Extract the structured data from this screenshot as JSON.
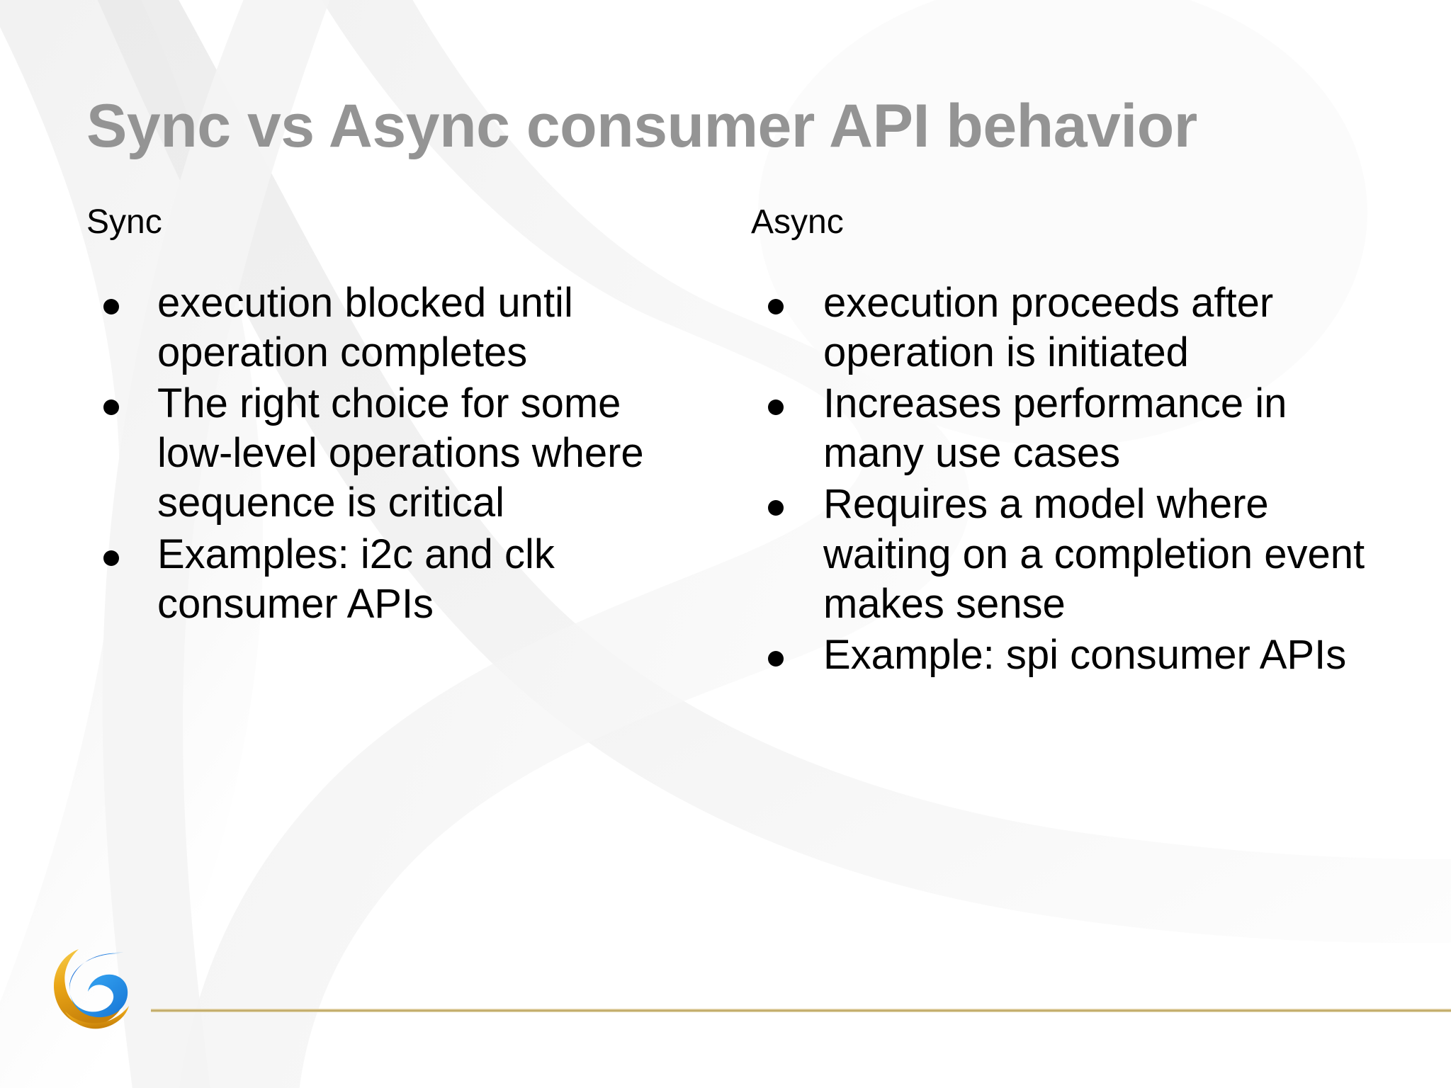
{
  "slide": {
    "title": "Sync vs Async consumer API behavior",
    "background_color": "#ffffff",
    "title_color": "#949494",
    "body_color": "#000000",
    "rule_color": "#c9b273"
  },
  "columns": [
    {
      "heading": "Sync",
      "bullets": [
        "execution blocked until operation completes",
        "The right choice for some low-level operations where sequence is critical",
        "Examples: i2c and clk consumer APIs"
      ]
    },
    {
      "heading": "Async",
      "bullets": [
        "execution proceeds after operation is initiated",
        "Increases performance in many use cases",
        "Requires a model where waiting on a completion event makes sense",
        "Example: spi consumer APIs"
      ]
    }
  ],
  "footer": {
    "logo_name": "collabora-swirl-logo",
    "logo_colors": {
      "blue": "#1a7fe0",
      "blue_light": "#3ea9f0",
      "gold": "#e8a317",
      "gold_light": "#f5c842"
    }
  }
}
